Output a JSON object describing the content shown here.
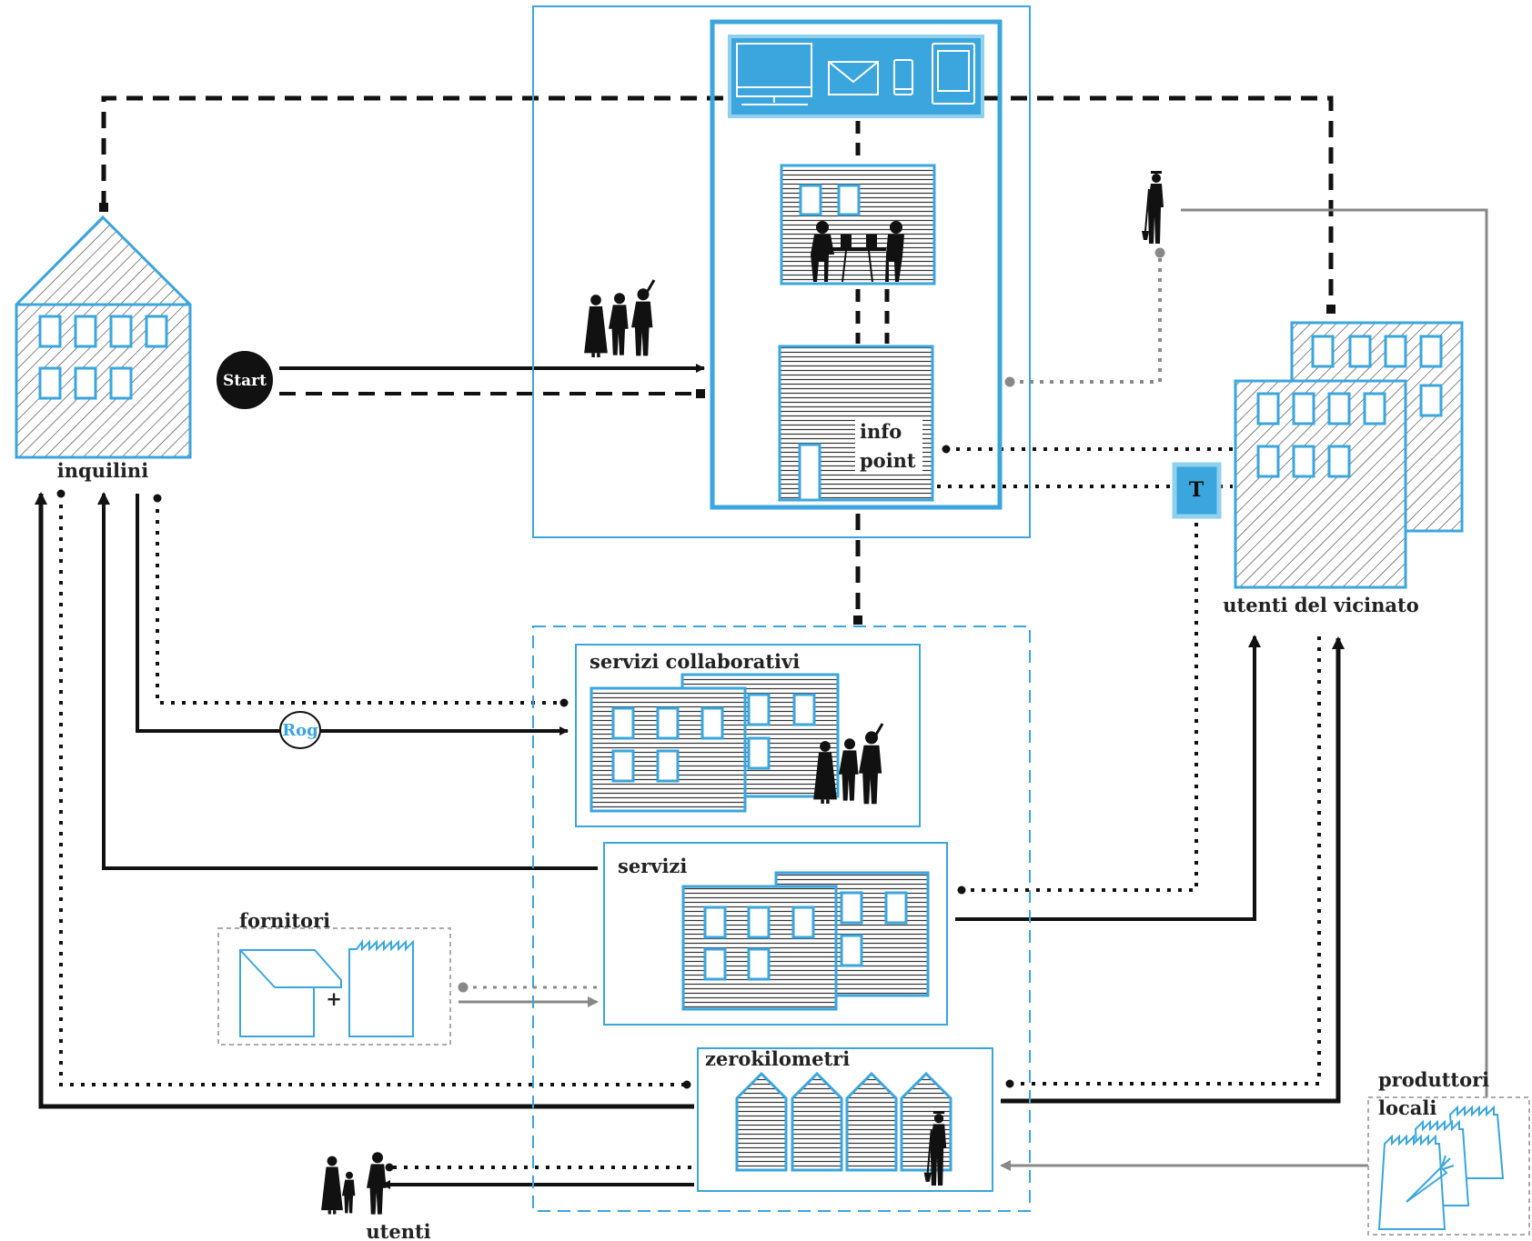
{
  "colors": {
    "accent": "#3aa6dd",
    "dark": "#111111",
    "grey": "#888888",
    "screen_fill": "#3aa6dd"
  },
  "nodes": {
    "start": "Start",
    "inquilini": "inquilini",
    "info_point_line1": "info",
    "info_point_line2": "point",
    "utenti_vicinato": "utenti del vicinato",
    "servizi_collaborativi": "servizi collaborativi",
    "servizi": "servizi",
    "fornitori": "fornitori",
    "fornitori_plus": "+",
    "zerokilometri": "zerokilometri",
    "produttori_line1": "produttori",
    "produttori_line2": "locali",
    "utenti": "utenti",
    "rog": "Rog",
    "t_badge": "T"
  },
  "icons": [
    "monitor-icon",
    "envelope-icon",
    "phone-icon",
    "tablet-icon",
    "people-group-icon",
    "farmer-icon",
    "meeting-icon",
    "carrot-icon",
    "factory-icon",
    "shop-icon"
  ]
}
